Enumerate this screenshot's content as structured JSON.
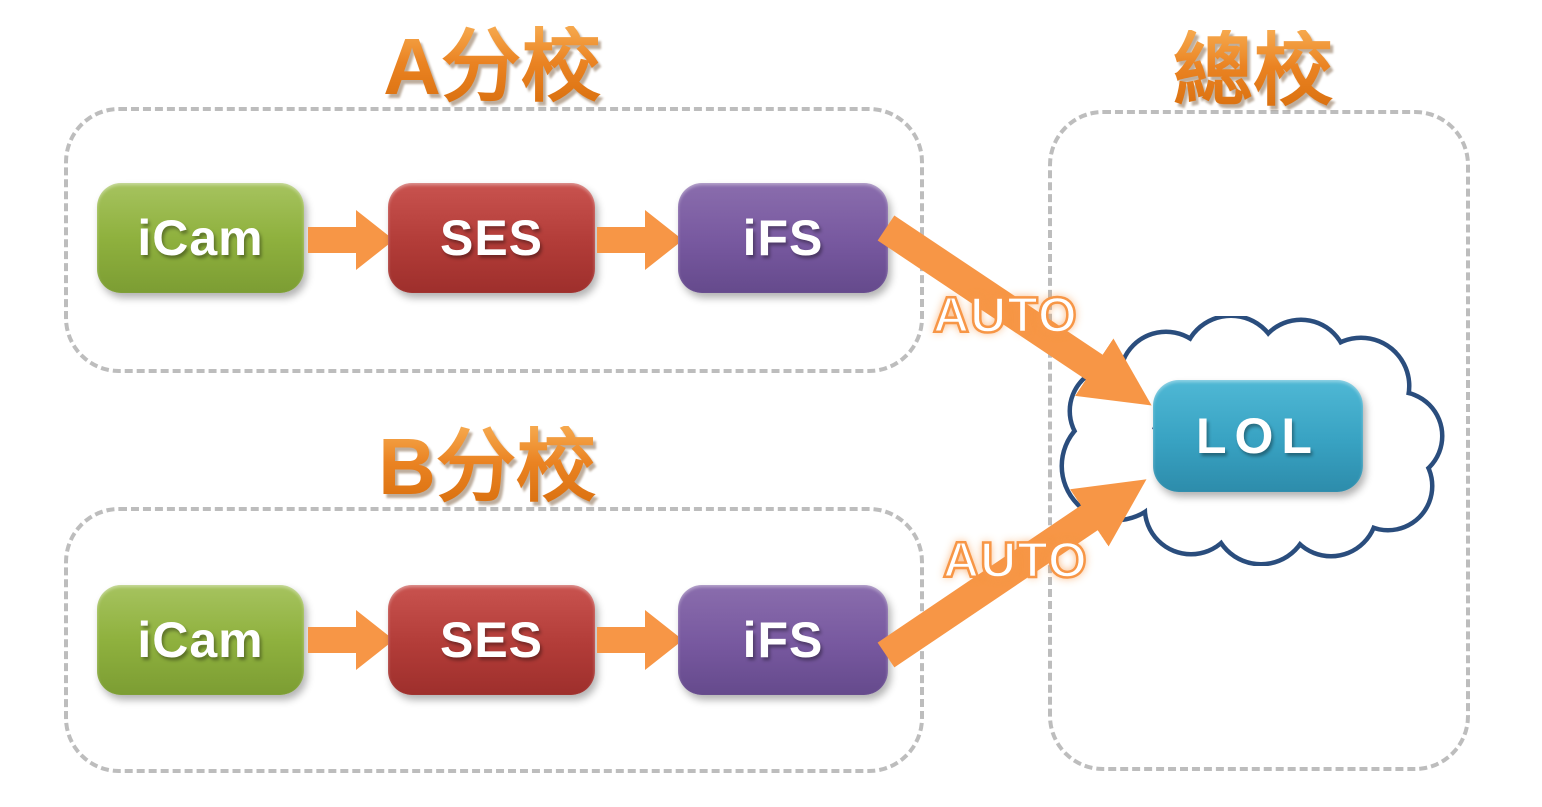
{
  "branches": [
    {
      "title": "A分校",
      "nodes": [
        {
          "label": "iCam"
        },
        {
          "label": "SES"
        },
        {
          "label": "iFS"
        }
      ],
      "uplink_label": "AUTO"
    },
    {
      "title": "B分校",
      "nodes": [
        {
          "label": "iCam"
        },
        {
          "label": "SES"
        },
        {
          "label": "iFS"
        }
      ],
      "uplink_label": "AUTO"
    }
  ],
  "headquarters": {
    "title": "總校",
    "cloud_node": {
      "label": "LOL"
    }
  },
  "connections": [
    {
      "from": "iCam",
      "to": "SES",
      "branch": "A",
      "label": ""
    },
    {
      "from": "SES",
      "to": "iFS",
      "branch": "A",
      "label": ""
    },
    {
      "from": "iFS",
      "to": "LOL",
      "branch": "A",
      "label": "AUTO"
    },
    {
      "from": "iCam",
      "to": "SES",
      "branch": "B",
      "label": ""
    },
    {
      "from": "SES",
      "to": "iFS",
      "branch": "B",
      "label": ""
    },
    {
      "from": "iFS",
      "to": "LOL",
      "branch": "B",
      "label": "AUTO"
    }
  ],
  "colors": {
    "node_green": "#8fb13e",
    "node_red": "#b23c38",
    "node_purple": "#77589f",
    "node_cyan": "#38a2c2",
    "arrow_orange": "#f79646",
    "title_orange": "#e07b17",
    "cloud_outline_blue": "#2a4d7d",
    "dashed_border_gray": "#bdbdbd"
  }
}
